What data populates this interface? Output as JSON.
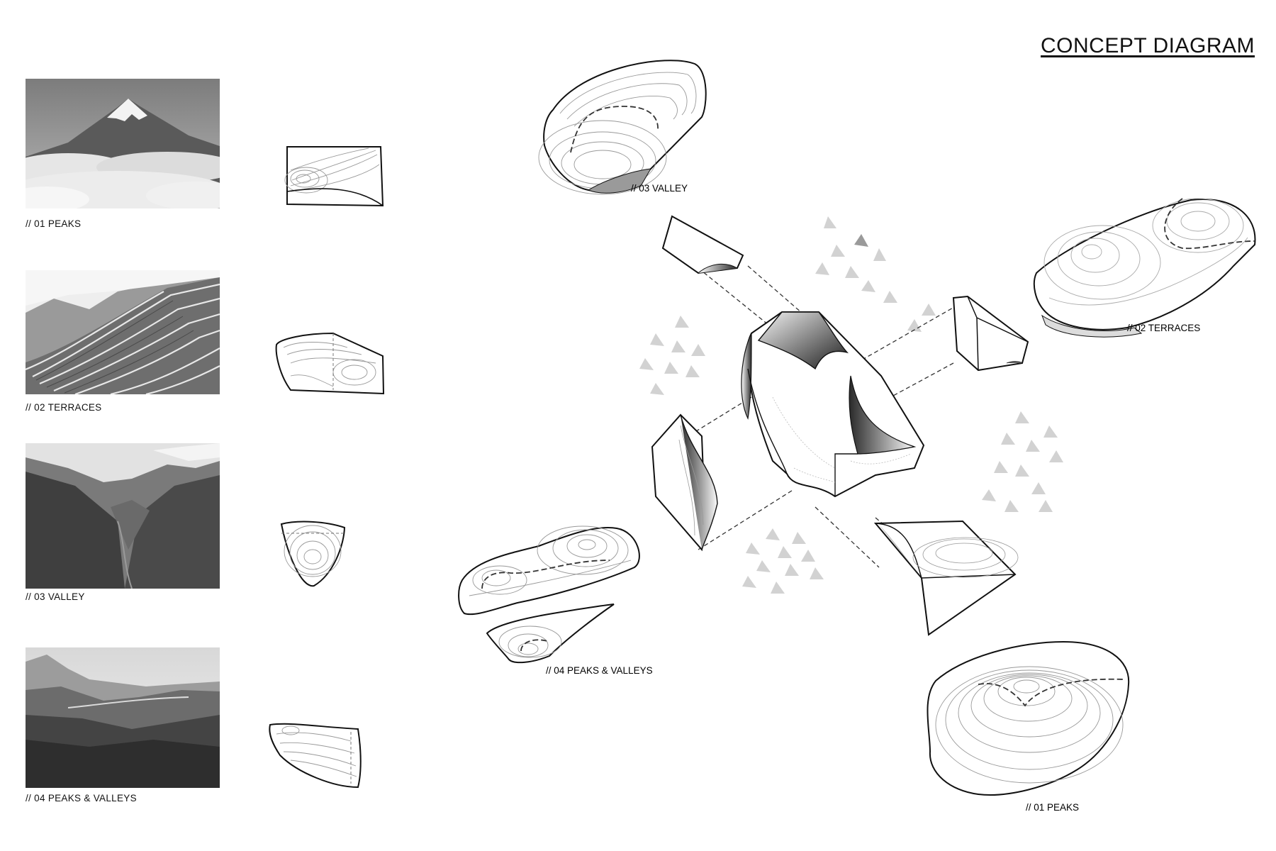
{
  "header": {
    "title": "CONCEPT DIAGRAM"
  },
  "references": [
    {
      "label": "// 01 PEAKS",
      "photo": "mountain-peak-photo"
    },
    {
      "label": "// 02 TERRACES",
      "photo": "rice-terraces-photo"
    },
    {
      "label": "// 03 VALLEY",
      "photo": "mountain-valley-photo"
    },
    {
      "label": "// 04 PEAKS & VALLEYS",
      "photo": "rolling-hills-photo"
    }
  ],
  "exploded_axon": {
    "labels": {
      "valley": "// 03 VALLEY",
      "terraces": "// 02 TERRACES",
      "peaks_valleys": "// 04 PEAKS & VALLEYS",
      "peaks": "// 01 PEAKS"
    }
  },
  "colors": {
    "ink": "#111111",
    "contour": "#8a8a8a",
    "triangle": "#cfcfcf"
  }
}
